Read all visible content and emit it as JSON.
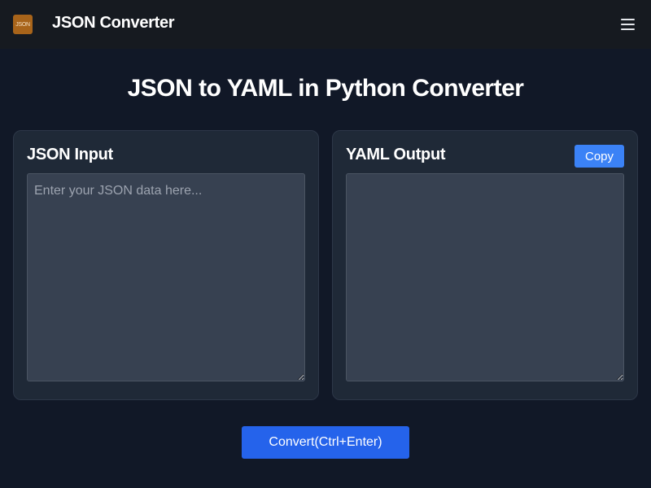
{
  "header": {
    "logo_text": "JSON",
    "app_title": "JSON Converter",
    "menu_icon": "hamburger-menu-icon"
  },
  "main": {
    "page_title": "JSON to YAML in Python Converter",
    "input_panel": {
      "title": "JSON Input",
      "placeholder": "Enter your JSON data here...",
      "value": ""
    },
    "output_panel": {
      "title": "YAML Output",
      "copy_label": "Copy",
      "value": ""
    },
    "convert_label": "Convert(Ctrl+Enter)"
  },
  "colors": {
    "background": "#111827",
    "header": "#161a20",
    "panel": "#1f2937",
    "textarea": "#374151",
    "logo": "#a8641a",
    "copy_button": "#3b82f6",
    "convert_button": "#2563eb"
  }
}
